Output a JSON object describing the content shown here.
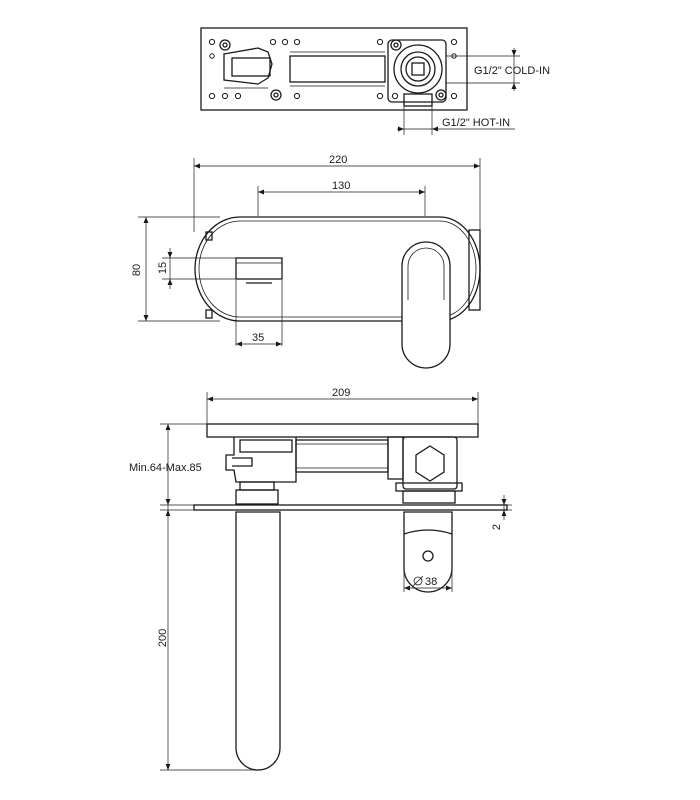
{
  "top_view": {
    "cold_in": "G1/2\" COLD-IN",
    "hot_in": "G1/2\" HOT-IN"
  },
  "front_view": {
    "total_width": "220",
    "handle_offset": "130",
    "height": "80",
    "spout_height": "15",
    "spout_width": "35"
  },
  "side_view": {
    "plate_width": "209",
    "wall_depth": "Min.64-Max.85",
    "spout_length": "200",
    "rosette_gap": "2",
    "rosette_diameter": "38"
  },
  "colors": {
    "line": "#1a1a1a",
    "background": "#ffffff"
  }
}
